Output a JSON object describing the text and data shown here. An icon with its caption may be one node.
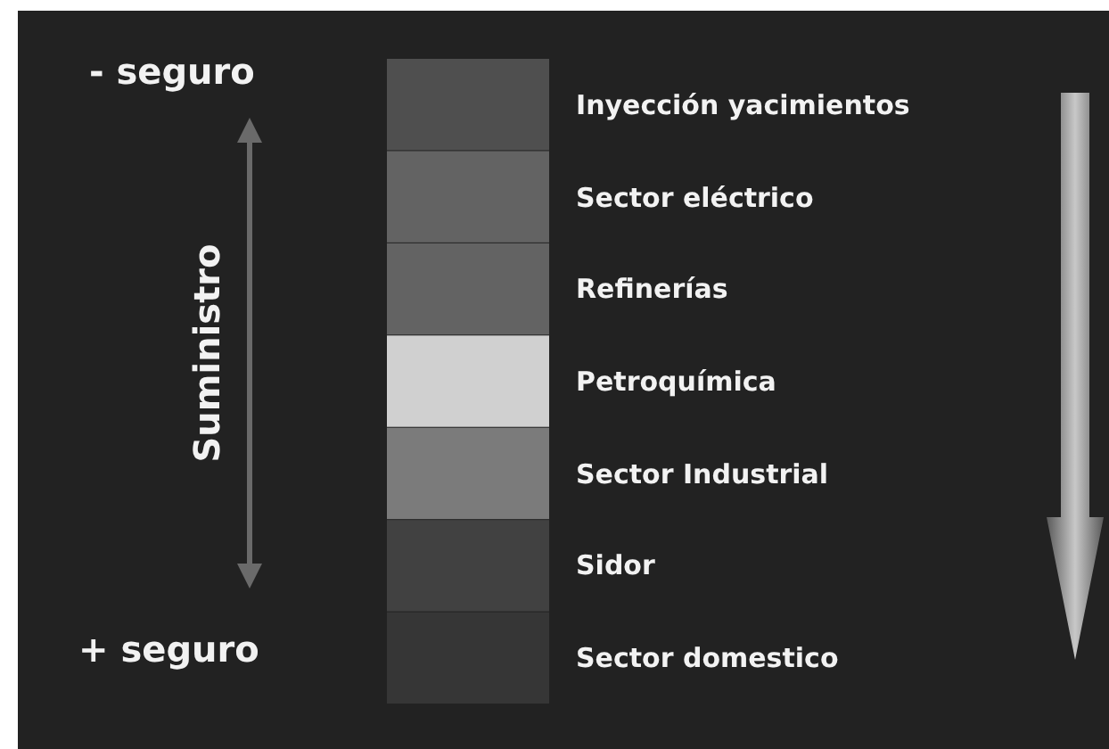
{
  "diagram": {
    "labels": [
      "- seguro",
      "Suministro",
      "+ seguro"
    ],
    "legend": [
      {
        "text": "Inyección yacimientos",
        "color": "#4f4f4f"
      },
      {
        "text": "Sector eléctrico",
        "color": "#636363"
      },
      {
        "text": "Refinerías",
        "color": "#636363"
      },
      {
        "text": "Petroquímica",
        "color": "#d0d0d0"
      },
      {
        "text": "Sector Industrial",
        "color": "#7b7b7b"
      },
      {
        "text": "Sidor",
        "color": "#414141"
      },
      {
        "text": "Sector domestico",
        "color": "#363636"
      }
    ]
  }
}
